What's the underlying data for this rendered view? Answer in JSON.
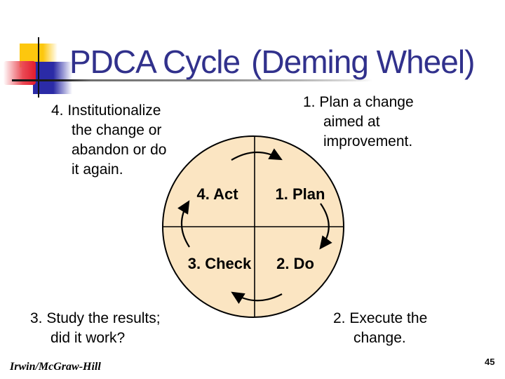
{
  "slide": {
    "title": {
      "part1": "PDCA Cycle",
      "part2": "(Deming Wheel)"
    },
    "footer": "Irwin/McGraw-Hill",
    "page_number": "45"
  },
  "wheel": {
    "quadrants": {
      "act": "4. Act",
      "plan": "1. Plan",
      "check": "3. Check",
      "do": "2. Do"
    },
    "fill_color": "#FBE5C2",
    "stroke_color": "#000000",
    "rotation": "clockwise"
  },
  "blocks": {
    "plan": {
      "lines": [
        "1. Plan a change",
        "aimed at",
        "improvement."
      ]
    },
    "do": {
      "lines": [
        "2. Execute the",
        "change."
      ]
    },
    "check": {
      "lines": [
        "3. Study the results;",
        "did it work?"
      ]
    },
    "act": {
      "lines": [
        "4. Institutionalize",
        "the change or",
        "abandon or do",
        "it again."
      ]
    }
  },
  "colors": {
    "title": "#31318C",
    "accent_yellow": "#FDC70E",
    "accent_blue": "#2B2BA6",
    "accent_red": "#E31B2C",
    "text": "#000000"
  }
}
